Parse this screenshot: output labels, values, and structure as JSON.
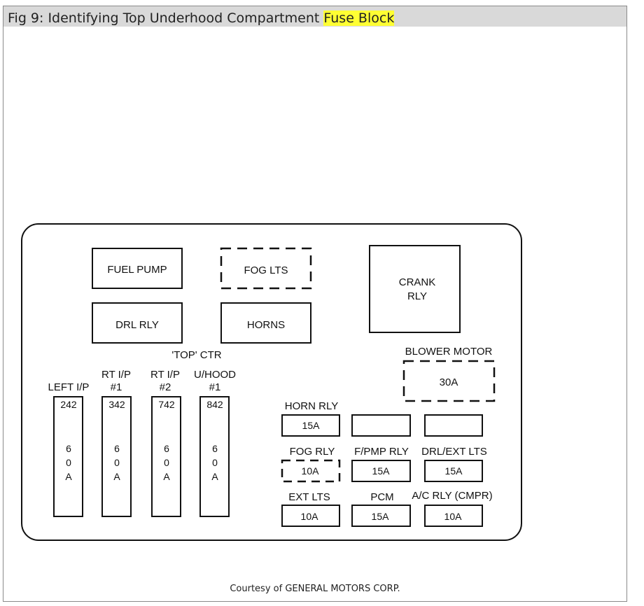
{
  "header": {
    "title_prefix": "Fig 9: Identifying Top Underhood Compartment",
    "title_highlight": "Fuse Block"
  },
  "diagram": {
    "relays": {
      "fuel_pump": "FUEL PUMP",
      "fog_lts": "FOG LTS",
      "drl_rly": "DRL RLY",
      "horns": "HORNS",
      "crank_rly_line1": "CRANK",
      "crank_rly_line2": "RLY"
    },
    "top_ctr_label": "'TOP'  CTR",
    "maxi_fuses": [
      {
        "label1": "LEFT I/P",
        "label2": "",
        "code": "242",
        "amps": [
          "6",
          "0",
          "A"
        ]
      },
      {
        "label1": "RT I/P",
        "label2": "#1",
        "code": "342",
        "amps": [
          "6",
          "0",
          "A"
        ]
      },
      {
        "label1": "RT I/P",
        "label2": "#2",
        "code": "742",
        "amps": [
          "6",
          "0",
          "A"
        ]
      },
      {
        "label1": "U/HOOD",
        "label2": "#1",
        "code": "842",
        "amps": [
          "6",
          "0",
          "A"
        ]
      }
    ],
    "blower_motor": {
      "label": "BLOWER MOTOR",
      "value": "30A"
    },
    "mini_fuses": {
      "horn_rly": {
        "label": "HORN RLY",
        "value": "15A"
      },
      "empty1": {
        "label": "",
        "value": ""
      },
      "empty2": {
        "label": "",
        "value": ""
      },
      "fog_rly": {
        "label": "FOG RLY",
        "value": "10A"
      },
      "fpmp_rly": {
        "label": "F/PMP RLY",
        "value": "15A"
      },
      "drl_ext_lts": {
        "label": "DRL/EXT LTS",
        "value": "15A"
      },
      "ext_lts": {
        "label": "EXT LTS",
        "value": "10A"
      },
      "pcm": {
        "label": "PCM",
        "value": "15A"
      },
      "ac_rly": {
        "label": "A/C RLY (CMPR)",
        "value": "10A"
      }
    }
  },
  "footer": {
    "courtesy": "Courtesy of GENERAL MOTORS CORP."
  }
}
